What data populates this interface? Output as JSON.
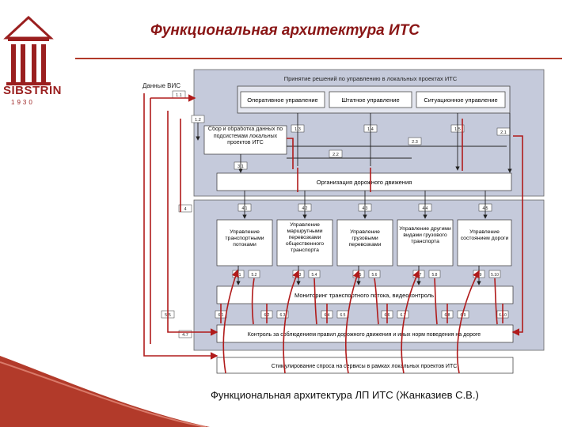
{
  "title": "Функциональная архитектура ИТС",
  "caption": "Функциональная архитектура ЛП ИТС (Жанказиев С.В.)",
  "logo": {
    "text": "SIBSTRIN",
    "year": "1930"
  },
  "diagram": {
    "source_label": "Данные ВИС",
    "top_panel_title": "Принятие решений по управлению в локальных проектах ИТС",
    "mgmt": [
      "Оперативное управление",
      "Штатное управление",
      "Ситуационное управление"
    ],
    "collect": "Сбор и обработка данных по подсистемам локальных проектов ИТС",
    "org": "Организация дорожного движения",
    "subsystems": [
      "Управление транспортными потоками",
      "Управление маршрутными перевозками общественного транспорта",
      "Управление грузовыми перевозками",
      "Управление другими видами грузового транспорта",
      "Управление состоянием дороги"
    ],
    "monitor": "Мониторинг транспортного потока, видеоконтроль",
    "control": "Контроль за соблюдением правил дорожного движения и иных норм поведения на дороге",
    "stimulate": "Стимулирование спроса на сервисы в рамках локальных проектов ИТС",
    "codes": {
      "in": "1.1",
      "c12": "1.2",
      "c13": "1.3",
      "c14": "1.4",
      "c15": "1.5",
      "c21": "2.1",
      "c22": "2.2",
      "c23": "2.3",
      "c31": "3.1",
      "left1": "4",
      "left2": "5.5",
      "left3": "4.7",
      "r1": [
        "4.1",
        "4.2",
        "4.3",
        "4.4",
        "4.5"
      ],
      "r2": [
        "5.1",
        "5.2",
        "5.3",
        "5.4",
        "5.5",
        "5.6",
        "5.7",
        "5.8",
        "5.9",
        "5.10"
      ],
      "r3": [
        "6.1",
        "6.2",
        "6.3",
        "6.4",
        "6.5",
        "6.6",
        "6.7",
        "6.8",
        "6.9",
        "6.10"
      ]
    }
  }
}
